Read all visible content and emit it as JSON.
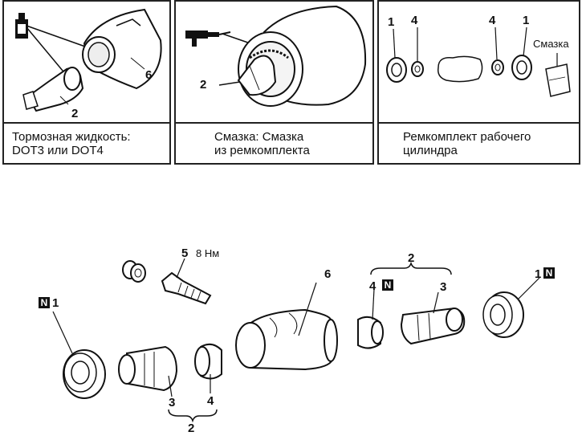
{
  "panels": [
    {
      "caption": "Тормозная жидкость:\nDOT3 или DOT4",
      "labels": [
        "6",
        "2"
      ]
    },
    {
      "caption": "Смазка: Смазка\nиз ремкомплекта",
      "labels": [
        "2"
      ]
    },
    {
      "caption": "Ремкомплект рабочего\nцилиндра",
      "labels": [
        "1",
        "4",
        "4",
        "1"
      ],
      "grease_label": "Смазка"
    }
  ],
  "exploded": {
    "bleeder_number": "5",
    "torque": "8 Нм",
    "body_number": "6",
    "group_number_top": "2",
    "group_number_bottom": "2",
    "right_seal_number": "4",
    "right_piston_number": "3",
    "right_boot_number": "1",
    "left_boot_number": "1",
    "left_piston_number": "3",
    "left_seal_number": "4",
    "new_part_badge": "N"
  }
}
